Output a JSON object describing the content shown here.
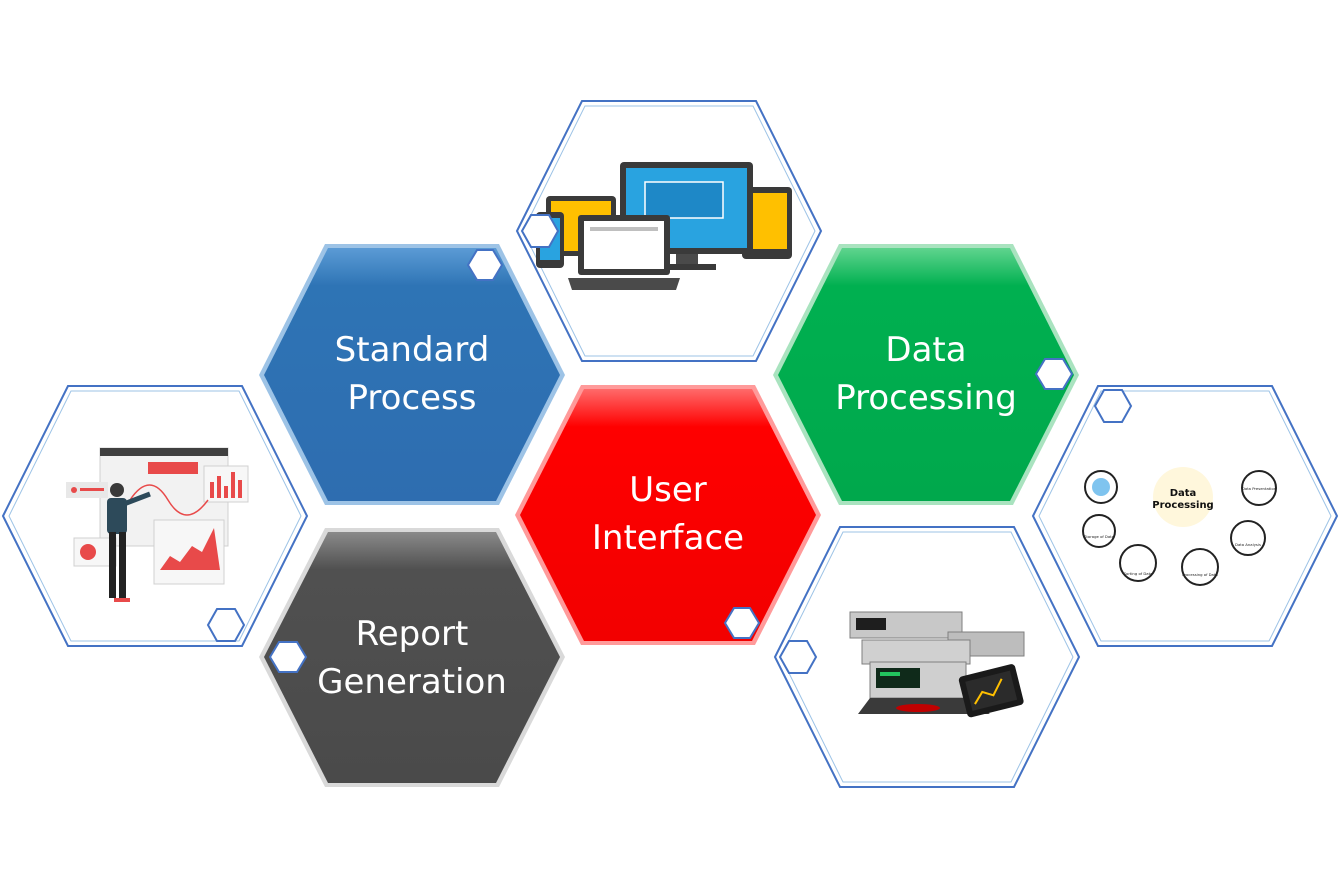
{
  "hexagons": {
    "standard_process": {
      "line1": "Standard",
      "line2": "Process",
      "color": "#2e74b5"
    },
    "report_generation": {
      "line1": "Report",
      "line2": "Generation",
      "color": "#505050"
    },
    "user_interface": {
      "line1": "User",
      "line2": "Interface",
      "color": "#ff0000"
    },
    "data_processing": {
      "line1": "Data",
      "line2": "Processing",
      "color": "#00b050"
    }
  },
  "image_hexagons": {
    "devices_icon": "multi-device-icon",
    "analyst_icon": "data-presentation-illustration",
    "instruments_icon": "lab-instruments-icon",
    "data_processing_diagram": {
      "center_line1": "Data",
      "center_line2": "Processing",
      "nodes": [
        "Data Presentation",
        "Data Analysis",
        "Processing of Data",
        "Sorting of Data",
        "Storage of Data"
      ]
    }
  },
  "colors": {
    "outline": "#4472c4",
    "outline_light": "#9dc3e6"
  }
}
